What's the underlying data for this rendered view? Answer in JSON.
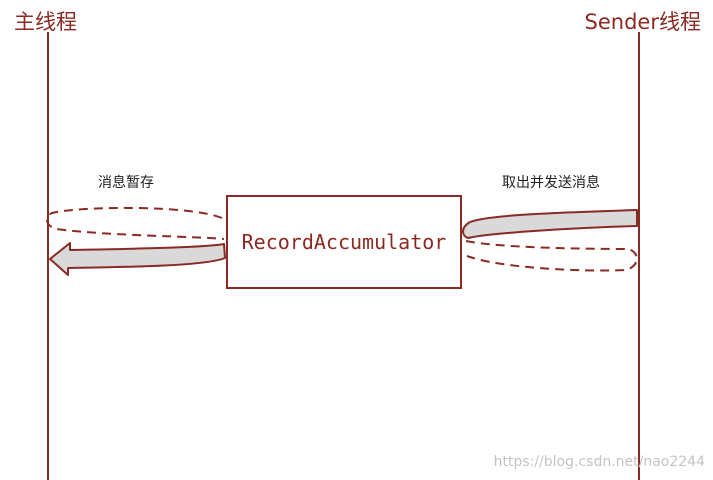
{
  "lanes": {
    "main_thread": "主线程",
    "sender_thread": "Sender线程"
  },
  "flow_labels": {
    "store": "消息暂存",
    "fetch_send": "取出并发送消息"
  },
  "accumulator": {
    "label": "RecordAccumulator"
  },
  "watermark": "https://blog.csdn.net/nao2244",
  "colors": {
    "line": "#8b2a24",
    "arrow_fill": "#d9d9d9",
    "arrow_stroke": "#8b2a24"
  }
}
